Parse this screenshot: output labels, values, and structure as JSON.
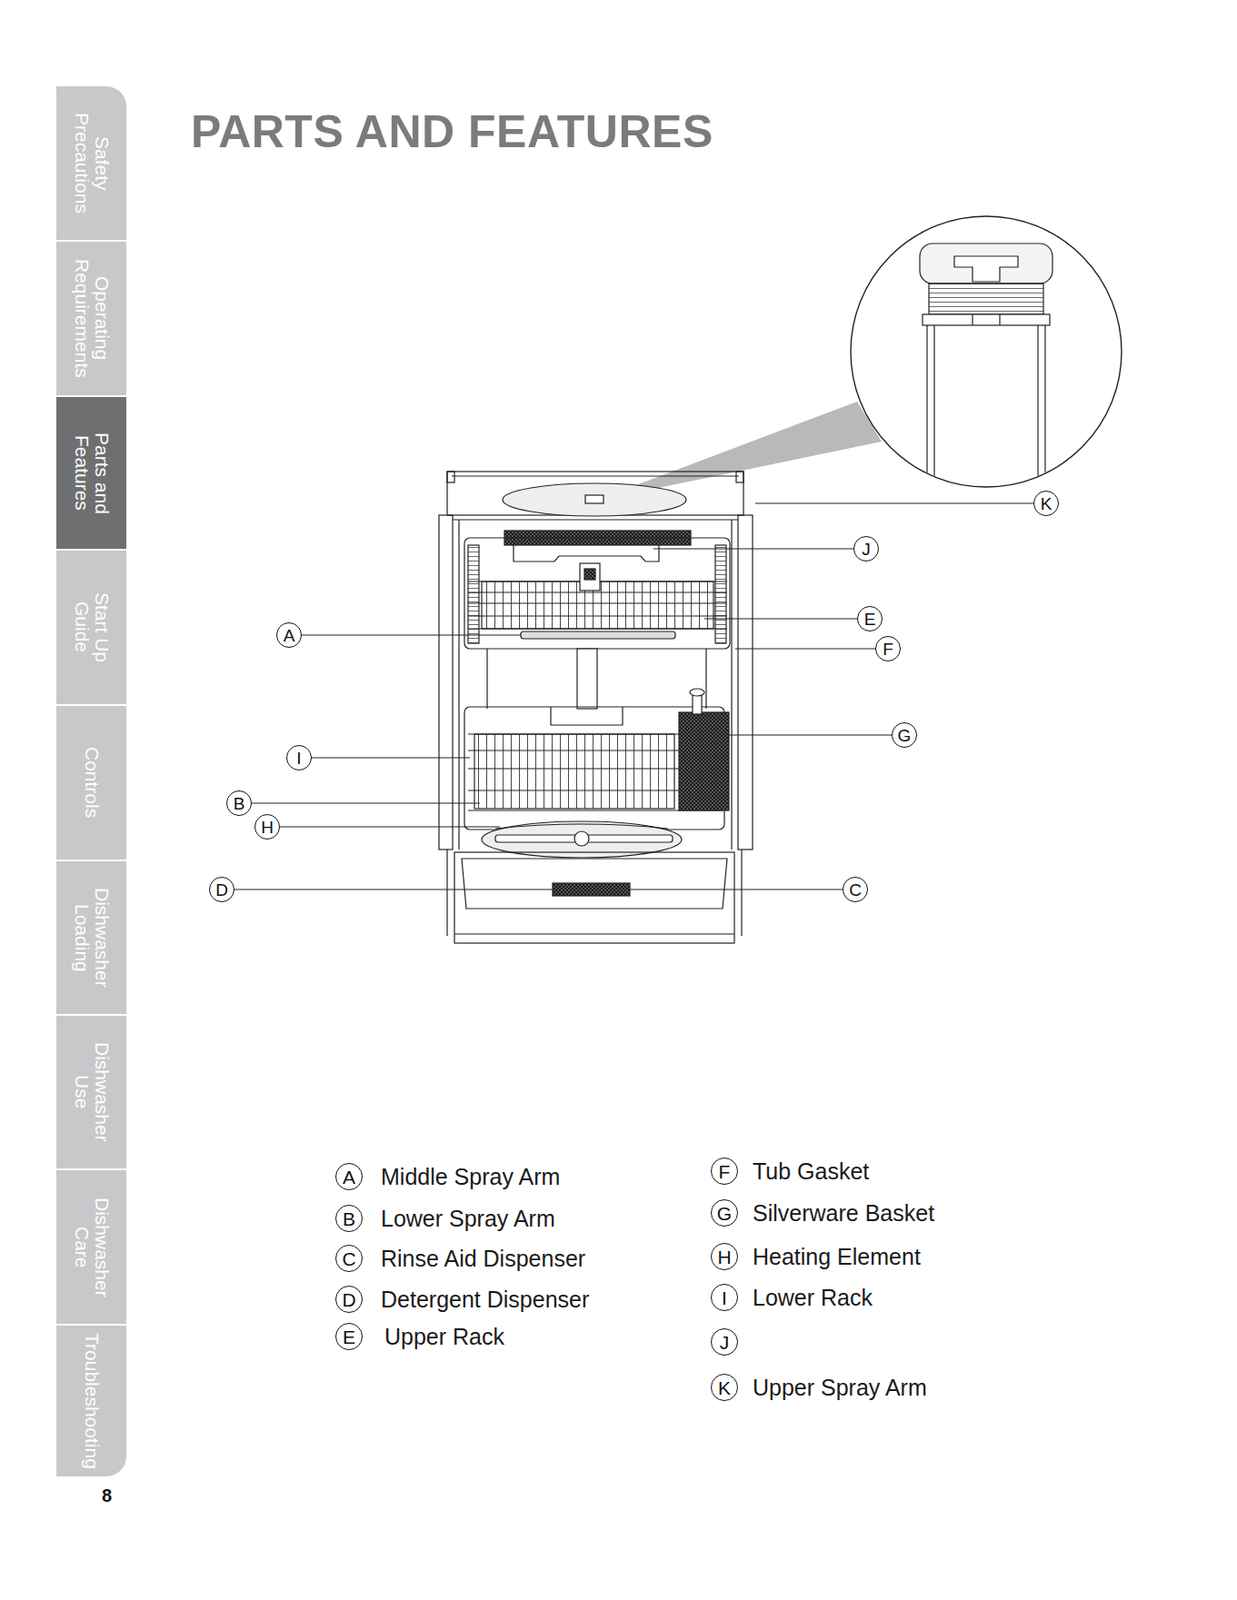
{
  "diagram": {
    "title": "PARTS AND FEATURES",
    "nodes": [
      {
        "text": [
          "Safety Precautions"
        ]
      },
      {
        "text": [
          "Operating Requirements"
        ]
      },
      {
        "text": [
          "Parts and Features"
        ]
      },
      {
        "text": [
          "Start Up Guide"
        ]
      },
      {
        "text": [
          "Controls"
        ]
      },
      {
        "text": [
          "Dishwasher Loading"
        ]
      },
      {
        "text": [
          "Dishwasher Use"
        ]
      },
      {
        "text": [
          "Dishwasher Care"
        ]
      },
      {
        "text": [
          "Troubleshooting"
        ]
      },
      {
        "text": [
          "K"
        ]
      },
      {
        "text": [
          "J"
        ]
      },
      {
        "text": [
          "E"
        ]
      },
      {
        "text": [
          "A"
        ]
      },
      {
        "text": [
          "F"
        ]
      },
      {
        "text": [
          "G"
        ]
      },
      {
        "text": [
          "I"
        ]
      },
      {
        "text": [
          "B"
        ]
      },
      {
        "text": [
          "H"
        ]
      },
      {
        "text": [
          "D"
        ]
      },
      {
        "text": [
          "C"
        ]
      },
      {
        "text": [
          "A"
        ]
      },
      {
        "text": [
          "B"
        ]
      },
      {
        "text": [
          "C"
        ]
      },
      {
        "text": [
          "D"
        ]
      },
      {
        "text": [
          "E"
        ]
      },
      {
        "text": [
          "F"
        ]
      },
      {
        "text": [
          "G"
        ]
      },
      {
        "text": [
          "H"
        ]
      },
      {
        "text": [
          "I"
        ]
      },
      {
        "text": [
          "J"
        ]
      },
      {
        "text": [
          "K"
        ]
      }
    ],
    "labels": [
      "Middle Spray Arm",
      "Lower Spray Arm",
      "Rinse Aid Dispenser",
      "Detergent Dispenser",
      "Upper Rack",
      "Tub Gasket",
      "Silverware Basket",
      "Heating Element",
      "Lower Rack",
      "Upper Spray Arm",
      "8"
    ]
  }
}
